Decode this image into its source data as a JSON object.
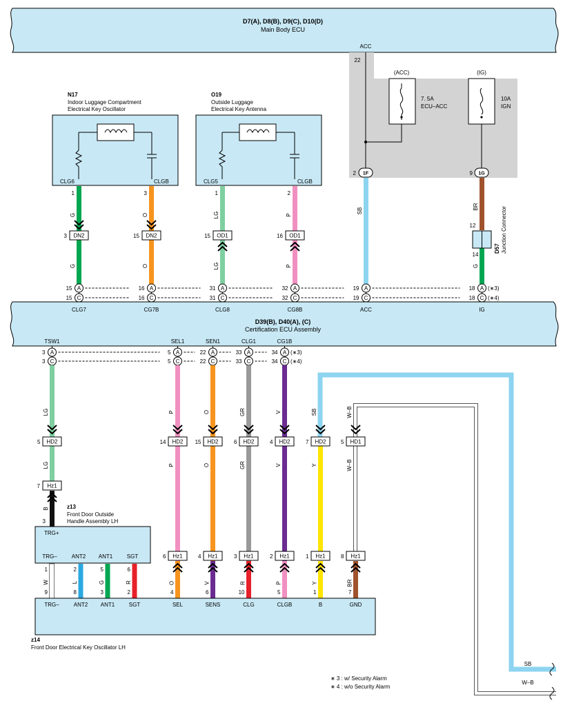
{
  "colors": {
    "panel": "#c8e8f5",
    "fuse_area": "#d3d3d3",
    "G": "#00a651",
    "O": "#f7941d",
    "LG": "#7fcfa0",
    "P": "#f090c0",
    "SB": "#8dd4f0",
    "BR": "#a0522d",
    "GR": "#999999",
    "V": "#6a2c91",
    "Y": "#ffe400",
    "B": "#111111",
    "W": "#ffffff",
    "L": "#2aa8e0",
    "R": "#e8202a"
  },
  "top_ecu": {
    "code": "D7(A), D8(B), D9(C), D10(D)",
    "name": "Main Body ECU",
    "pin_name": "ACC",
    "pin": "22"
  },
  "fuses": [
    {
      "group": "(ACC)",
      "rating": "7. 5A",
      "name": "ECU–ACC"
    },
    {
      "group": "(IG)",
      "rating": "10A",
      "name": "IGN"
    }
  ],
  "junctions": [
    {
      "pin": "2",
      "label": "1F"
    },
    {
      "pin": "9",
      "label": "1G"
    }
  ],
  "n17": {
    "code": "N17",
    "line1": "Indoor Luggage Compartment",
    "line2": "Electrical Key Oscillator",
    "pin_left": "CLG6",
    "pin_right": "CLGB",
    "num_left": "1",
    "num_right": "3"
  },
  "o19": {
    "code": "O19",
    "line1": "Outside Luggage",
    "line2": "Electrical Key Antenna",
    "pin_left": "CLG5",
    "pin_right": "CLGB",
    "num_left": "1",
    "num_right": "2"
  },
  "upper_connectors": [
    {
      "pin": "3",
      "name": "DN2"
    },
    {
      "pin": "15",
      "name": "DN2"
    },
    {
      "pin": "15",
      "name": "OD1"
    },
    {
      "pin": "16",
      "name": "OD1"
    }
  ],
  "wire_colors_upper": {
    "w1": "G",
    "w2": "O",
    "w3": "LG",
    "w4": "P",
    "w5": "SB",
    "w6": "BR"
  },
  "d57": {
    "code": "D57",
    "name": "Junction Connector",
    "pin_top": "12",
    "pin_bottom": "14"
  },
  "upper_pins_a": [
    "15",
    "16",
    "31",
    "32",
    "19",
    "18"
  ],
  "upper_pins_c": [
    "15",
    "16",
    "31",
    "32",
    "19",
    "18"
  ],
  "connector_letters": {
    "a": "A",
    "c": "C"
  },
  "notes_tag": {
    "a": "(∗3)",
    "c": "(∗4)"
  },
  "cert_ecu": {
    "code": "D39(B), D40(A), (C)",
    "name": "Certification ECU Assembly",
    "upper_names": [
      "CLG7",
      "CG7B",
      "CLG8",
      "CG8B",
      "ACC",
      "IG"
    ],
    "lower_names": [
      "TSW1",
      "SEL1",
      "SEN1",
      "CLG1",
      "CG1B"
    ]
  },
  "lower_pins": [
    {
      "a": "3",
      "c": "3"
    },
    {
      "a": "5",
      "c": "5"
    },
    {
      "a": "22",
      "c": "22"
    },
    {
      "a": "33",
      "c": "33"
    },
    {
      "a": "34",
      "c": "34"
    }
  ],
  "wire_colors_lower": {
    "tsw": "LG",
    "sel": "P",
    "sen": "O",
    "clg": "GR",
    "cgb": "V",
    "sb": "SB",
    "wb": "W–B",
    "y": "Y",
    "b": "B"
  },
  "hd_connectors": [
    {
      "pin": "5",
      "name": "HD2"
    },
    {
      "pin": "14",
      "name": "HD2"
    },
    {
      "pin": "15",
      "name": "HD2"
    },
    {
      "pin": "6",
      "name": "HD2"
    },
    {
      "pin": "4",
      "name": "HD2"
    },
    {
      "pin": "7",
      "name": "HD2"
    },
    {
      "pin": "5",
      "name": "HD1"
    }
  ],
  "hz_top": {
    "pin": "7",
    "name": "Hz1"
  },
  "z13": {
    "code": "z13",
    "line1": "Front Door Outside",
    "line2": "Handle Assembly LH",
    "pin_in": "3",
    "trg_plus": "TRG+"
  },
  "z13_pins": [
    {
      "name": "TRG–",
      "top": "1",
      "color": "W",
      "bottom": "9"
    },
    {
      "name": "ANT2",
      "top": "2",
      "color": "L",
      "bottom": "8"
    },
    {
      "name": "ANT1",
      "top": "5",
      "color": "G",
      "bottom": "3"
    },
    {
      "name": "SGT",
      "top": "6",
      "color": "R",
      "bottom": "2"
    }
  ],
  "hz_row": [
    {
      "pin": "6",
      "name": "Hz1"
    },
    {
      "pin": "4",
      "name": "Hz1"
    },
    {
      "pin": "3",
      "name": "Hz1"
    },
    {
      "pin": "2",
      "name": "Hz1"
    },
    {
      "pin": "1",
      "name": "Hz1"
    },
    {
      "pin": "8",
      "name": "Hz1"
    }
  ],
  "hz_below": [
    {
      "color": "O",
      "pin": "4"
    },
    {
      "color": "V",
      "pin": "6"
    },
    {
      "color": "R",
      "pin": "10"
    },
    {
      "color": "P",
      "pin": "5"
    },
    {
      "color": "Y",
      "pin": "1"
    },
    {
      "color": "BR",
      "pin": "7"
    }
  ],
  "z14": {
    "code": "z14",
    "name": "Front Door Electrical Key Oscillator LH",
    "pins": [
      "TRG–",
      "ANT2",
      "ANT1",
      "SGT",
      "SEL",
      "SENS",
      "CLG",
      "CLGB",
      "B",
      "GND"
    ]
  },
  "continue_labels": {
    "sb": "SB",
    "wb": "W–B"
  },
  "notes": [
    "∗ 3 : w/ Security Alarm",
    "∗ 4 : w/o Security Alarm"
  ]
}
